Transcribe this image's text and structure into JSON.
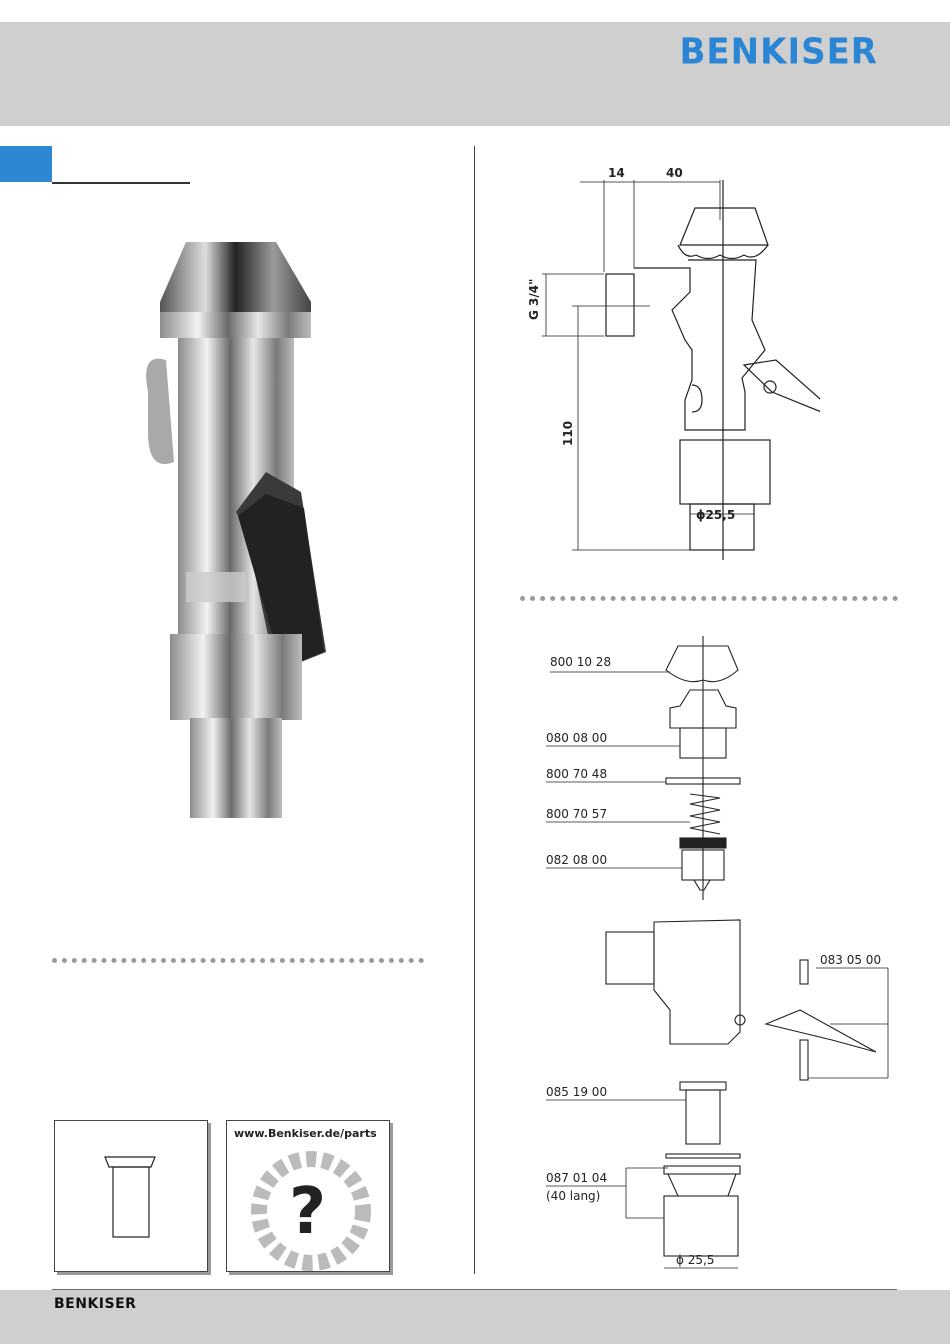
{
  "brand": {
    "logo_text": "BENKISER",
    "footer_logo_text": "BENKISER",
    "accent_color": "#2e87d3"
  },
  "drawing": {
    "dim_14": "14",
    "dim_40": "40",
    "thread": "G 3/4\"",
    "height": "110",
    "diameter": "ϕ25,5"
  },
  "parts": [
    {
      "number": "800 10 28"
    },
    {
      "number": "080 08 00"
    },
    {
      "number": "800 70 48"
    },
    {
      "number": "800 70 57"
    },
    {
      "number": "082 08 00"
    },
    {
      "number": "083 05 00"
    },
    {
      "number": "085 19 00"
    },
    {
      "number": "087 01 04",
      "note": "(40 lang)"
    }
  ],
  "bottom_diameter": "ϕ 25,5",
  "parts_link": "www.Benkiser.de/parts"
}
